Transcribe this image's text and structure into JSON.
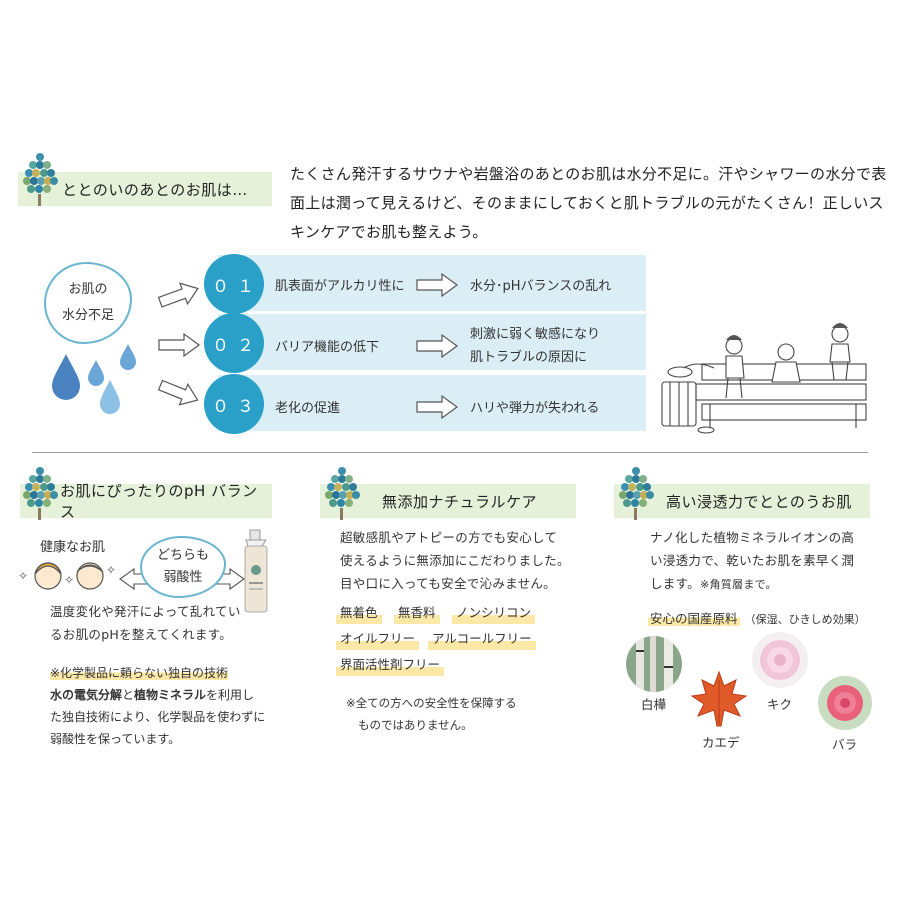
{
  "section1": {
    "title": "ととのいのあとのお肌は…",
    "intro": [
      "たくさん発汗するサウナや岩盤浴のあとのお肌は水分不足に。汗やシャワーの水分で表",
      "面上は潤って見えるけど、そのままにしておくと肌トラブルの元がたくさん！正しいス",
      "キンケアでお肌も整えよう。"
    ],
    "bubble": [
      "お肌の",
      "水分不足"
    ],
    "steps": [
      {
        "num": "０１",
        "cause": "肌表面がアルカリ性に",
        "effect": [
          "水分･pHバランスの乱れ"
        ]
      },
      {
        "num": "０２",
        "cause": "バリア機能の低下",
        "effect": [
          "刺激に弱く敏感になり",
          "肌トラブルの原因に"
        ]
      },
      {
        "num": "０３",
        "cause": "老化の促進",
        "effect": [
          "ハリや弾力が失われる"
        ]
      }
    ]
  },
  "ph": {
    "title": "お肌にぴったりのpH バランス",
    "healthy": "健康なお肌",
    "bubble": [
      "どちらも",
      "弱酸性"
    ],
    "body": [
      "温度変化や発汗によって乱れてい",
      "るお肌のpHを整えてくれます。"
    ],
    "tech_title": "※化学製品に頼らない独自の技術",
    "tech_bold1": "水の電気分解",
    "tech_and": "と",
    "tech_bold2": "植物ミネラル",
    "tech_rest1": "を利用し",
    "tech_rest2": "た独自技術により、化学製品を使わずに",
    "tech_rest3": "弱酸性を保っています。"
  },
  "natural": {
    "title": "無添加ナチュラルケア",
    "body": [
      "超敏感肌やアトピーの方でも安心して",
      "使えるように無添加にこだわりました。",
      "目や口に入っても安全で沁みません。"
    ],
    "tags": [
      "無着色",
      "無香料",
      "ノンシリコン",
      "オイルフリー",
      "アルコールフリー",
      "界面活性剤フリー"
    ],
    "note": [
      "※全ての方への安全性を保障する",
      "ものではありません。"
    ]
  },
  "penetration": {
    "title": "高い浸透力でととのうお肌",
    "body": [
      "ナノ化した植物ミネラルイオンの高",
      "い浸透力で、乾いたお肌を素早く潤",
      "します。"
    ],
    "body_note": "※角質層まで。",
    "origin": "安心の国産原料",
    "origin_note": "（保湿、ひきしめ効果）",
    "plants": [
      "白樺",
      "カエデ",
      "キク",
      "バラ"
    ]
  },
  "colors": {
    "accent": "#2aa0c8",
    "band": "#dbeef5",
    "head": "#e6f1da",
    "highlight": "#fbe8a6"
  }
}
